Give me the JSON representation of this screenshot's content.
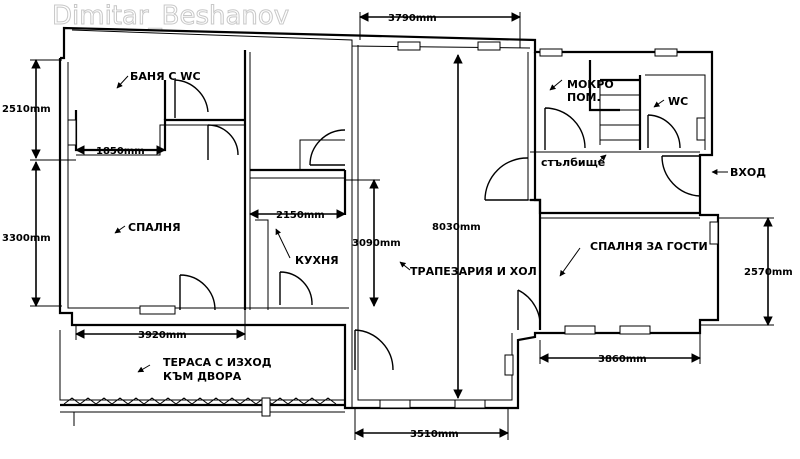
{
  "watermark": "Dimitar_Beshanov",
  "rooms": {
    "bath": "БАНЯ С WC",
    "wet_room_line1": "МОКРО",
    "wet_room_line2": "ПОМ.",
    "wc": "WC",
    "stairs": "стълбище",
    "entrance": "ВХОД",
    "bedroom": "СПАЛНЯ",
    "kitchen": "КУХНЯ",
    "dining_hall": "ТРАПЕЗАРИЯ И ХОЛ",
    "guest_bedroom": "СПАЛНЯ ЗА ГОСТИ",
    "terrace_line1": "ТЕРАСА С ИЗХОД",
    "terrace_line2": "КЪМ ДВОРА"
  },
  "dimensions": {
    "top_hall": "3790mm",
    "bath_height": "2510mm",
    "bath_width": "1850mm",
    "bedroom_height": "3300mm",
    "kitchen_width": "2150mm",
    "kitchen_height": "3090mm",
    "hall_length": "8030mm",
    "guest_height": "2570mm",
    "bedroom_width": "3920mm",
    "guest_width": "3860mm",
    "bottom_hall": "3510mm"
  }
}
